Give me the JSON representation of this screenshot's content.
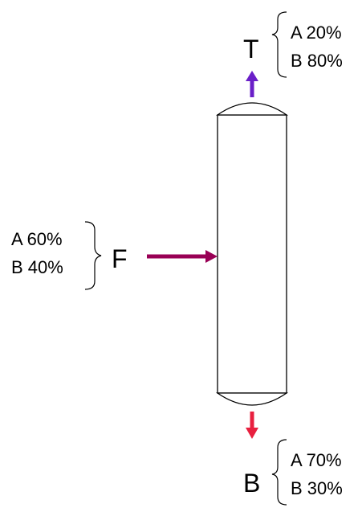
{
  "colors": {
    "top_arrow": "#6a1fc8",
    "feed_arrow": "#990055",
    "bottom_arrow": "#e8203f",
    "outline": "#000000",
    "background": "#ffffff"
  },
  "streams": {
    "top": {
      "letter": "T",
      "components": [
        "A 20%",
        "B 80%"
      ]
    },
    "feed": {
      "letter": "F",
      "components": [
        "A 60%",
        "B 40%"
      ]
    },
    "bottom": {
      "letter": "B",
      "components": [
        "A 70%",
        "B 30%"
      ]
    }
  }
}
